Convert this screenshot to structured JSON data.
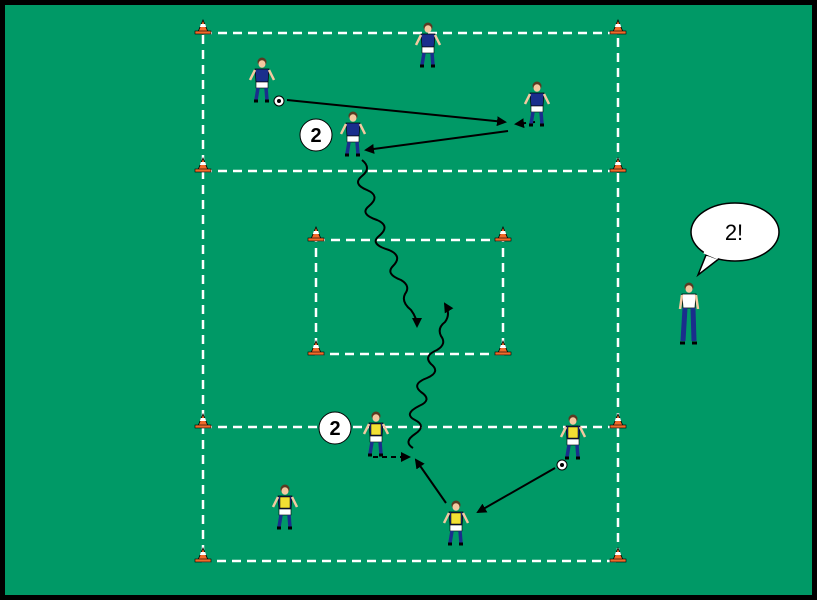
{
  "labels": {
    "number_top": "2",
    "number_bottom": "2",
    "coach_speech": "2!"
  },
  "colors": {
    "pitch": "#009966",
    "border": "#000000",
    "lines": "#ffffff",
    "team_blue_shirt": "#1a2e8c",
    "team_yellow_bib": "#f2e033",
    "cone": "#f06a2a"
  },
  "icons": {
    "cone": "training-cone-icon",
    "ball": "soccer-ball-icon",
    "player": "player-figure-icon",
    "coach": "coach-figure-icon"
  }
}
